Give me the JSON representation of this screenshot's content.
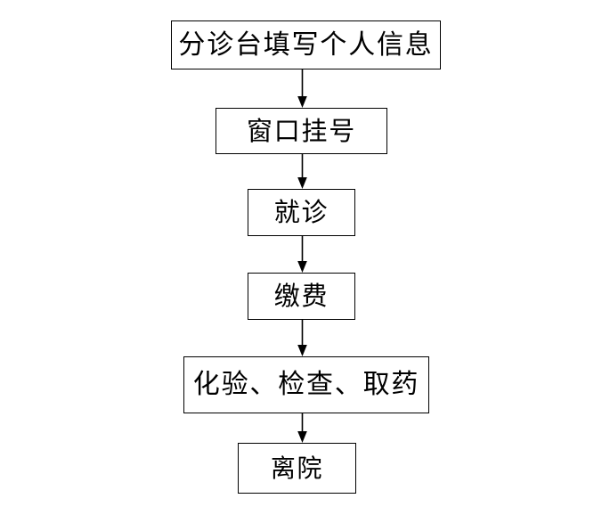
{
  "diagram": {
    "type": "flowchart",
    "orientation": "vertical",
    "title": "",
    "background_color": "#ffffff",
    "stroke_color": "#000000",
    "text_color": "#000000",
    "nodes": [
      {
        "id": "node-1",
        "label": "分诊台填写个人信息",
        "shape": "rectangle"
      },
      {
        "id": "node-2",
        "label": "窗口挂号",
        "shape": "rectangle"
      },
      {
        "id": "node-3",
        "label": "就诊",
        "shape": "rectangle"
      },
      {
        "id": "node-4",
        "label": "缴费",
        "shape": "rectangle"
      },
      {
        "id": "node-5",
        "label": "化验、检查、取药",
        "shape": "rectangle"
      },
      {
        "id": "node-6",
        "label": "离院",
        "shape": "rectangle"
      }
    ],
    "edges": [
      {
        "id": "arrow-1",
        "from": "node-1",
        "to": "node-2",
        "label": "",
        "style": "solid-arrow-down"
      },
      {
        "id": "arrow-2",
        "from": "node-2",
        "to": "node-3",
        "label": "",
        "style": "solid-arrow-down"
      },
      {
        "id": "arrow-3",
        "from": "node-3",
        "to": "node-4",
        "label": "",
        "style": "solid-arrow-down"
      },
      {
        "id": "arrow-4",
        "from": "node-4",
        "to": "node-5",
        "label": "",
        "style": "solid-arrow-down"
      },
      {
        "id": "arrow-5",
        "from": "node-5",
        "to": "node-6",
        "label": "",
        "style": "solid-arrow-down"
      }
    ]
  }
}
